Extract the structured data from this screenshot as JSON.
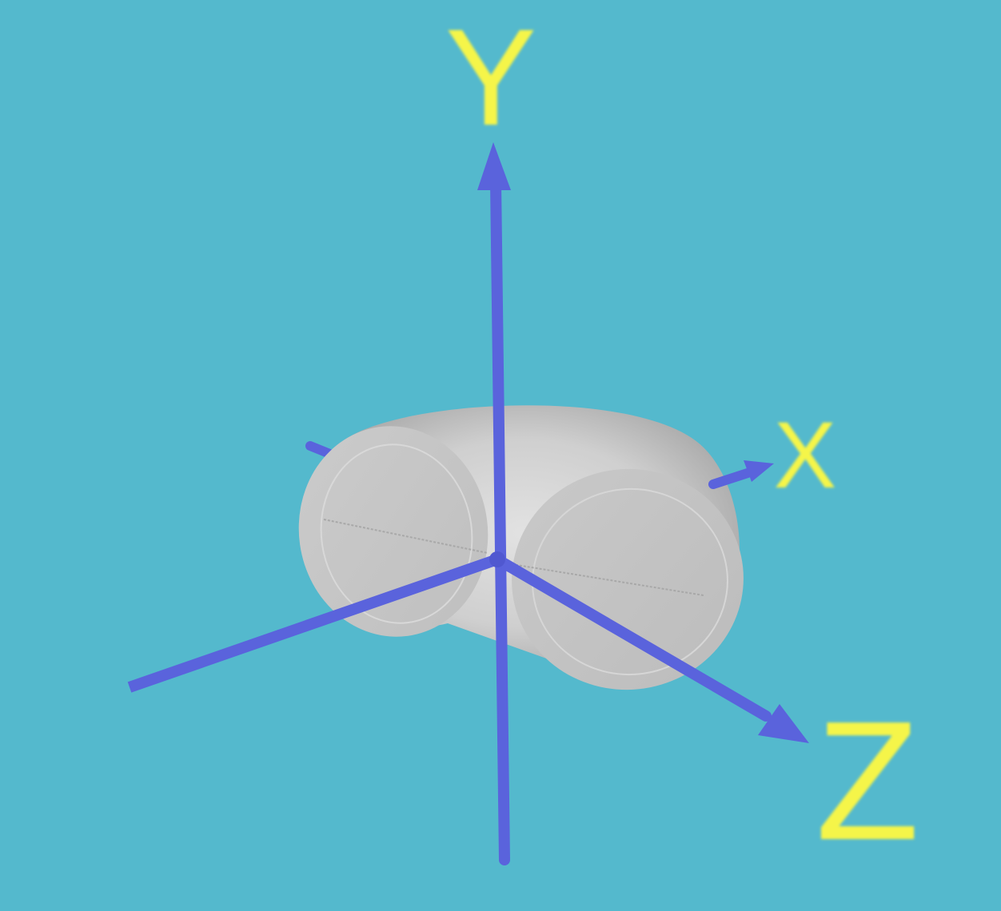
{
  "scene": {
    "background_color": "#54b9cd",
    "axis_color": "#5a63dc",
    "label_color": "#f5f54a",
    "object": "half-torus",
    "object_color": "#c8c8c8"
  },
  "axes": {
    "x": {
      "label": "X"
    },
    "y": {
      "label": "Y"
    },
    "z": {
      "label": "Z"
    }
  }
}
